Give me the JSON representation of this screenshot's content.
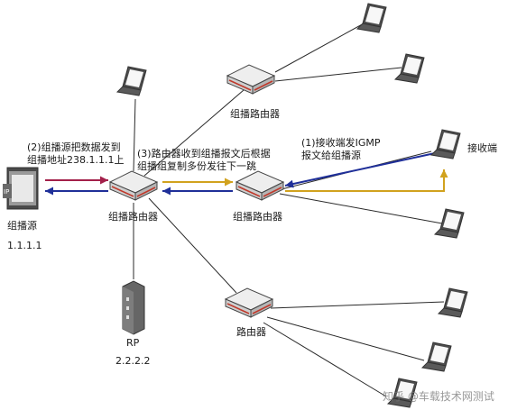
{
  "labels": {
    "top_router": "组播路由器",
    "center_router": "组播路由器",
    "right_router": "组播路由器",
    "bottom_router": "路由器",
    "source_name": "组播源",
    "source_ip": "1.1.1.1",
    "rp_name": "RP",
    "rp_ip": "2.2.2.2",
    "receiver": "接收端"
  },
  "annotations": {
    "step2": "(2)组播源把数据发到\n组播地址238.1.1.1上",
    "step3": "(3)路由器收到组播报文后根据\n组播组复制多份发往下一跳",
    "step1": "(1)接收端发IGMP\n报文给组播源"
  },
  "watermark": "知乎 @车载技术网测试",
  "colors": {
    "send_arrow": "#a3204a",
    "igmp_arrow": "#1f2f99",
    "forward_arrow": "#d1a21e",
    "line": "#2a2a2a"
  }
}
